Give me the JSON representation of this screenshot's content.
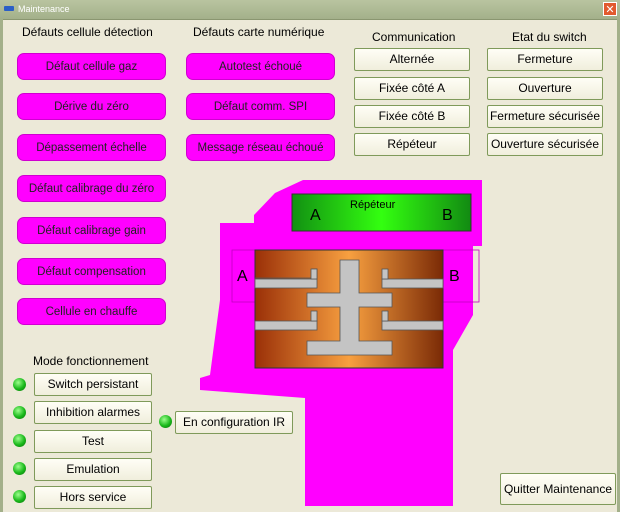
{
  "window": {
    "title": "Maintenance",
    "close_icon": "close-icon"
  },
  "headers": {
    "cellule": "Défauts cellule détection",
    "carte": "Défauts carte numérique",
    "communication": "Communication",
    "switch": "Etat du switch",
    "mode": "Mode fonctionnement"
  },
  "cellule_faults": [
    "Défaut cellule gaz",
    "Dérive du zéro",
    "Dépassement échelle",
    "Défaut calibrage du zéro",
    "Défaut calibrage gain",
    "Défaut compensation",
    "Cellule en chauffe"
  ],
  "carte_faults": [
    "Autotest échoué",
    "Défaut comm. SPI",
    "Message réseau échoué"
  ],
  "communication": [
    "Alternée",
    "Fixée côté A",
    "Fixée côté B",
    "Répéteur"
  ],
  "switch_state": [
    "Fermeture",
    "Ouverture",
    "Fermeture sécurisée",
    "Ouverture sécurisée"
  ],
  "modes": [
    "Switch persistant",
    "Inhibition alarmes",
    "Test",
    "Emulation",
    "Hors service"
  ],
  "config_ir": "En configuration IR",
  "diagram": {
    "repeater_label": "Répéteur",
    "side_a": "A",
    "side_b": "B",
    "colors": {
      "magenta": "#ff00ff",
      "green": "#33ff10",
      "copper": "#f5993c"
    }
  },
  "quit": "Quitter Maintenance"
}
